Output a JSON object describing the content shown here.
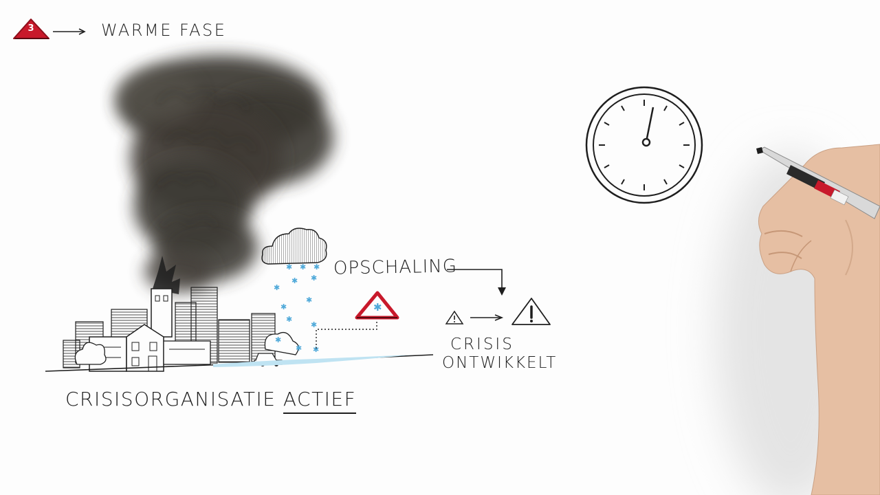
{
  "header": {
    "phase_number": "3",
    "phase_title": "WARME FASE"
  },
  "left_panel": {
    "organization_label": "CRISISORGANISATIE",
    "organization_status": "ACTIEF"
  },
  "middle_panel": {
    "scale_up_label": "OPSCHALING",
    "crisis_line_1": "CRISIS",
    "crisis_line_2": "ONTWIKKELT"
  },
  "colors": {
    "warning_red": "#c8192b",
    "ink": "#1e1e1e",
    "snow_blue": "#4fa9d9",
    "water_blue": "#bfe3f2",
    "smoke": "#3b3833"
  },
  "icons": [
    "warning-triangle-icon",
    "arrow-right-icon",
    "snowflake-icon",
    "cloud-icon",
    "clock-icon",
    "pen-icon",
    "hand-icon",
    "exclamation-icon"
  ]
}
